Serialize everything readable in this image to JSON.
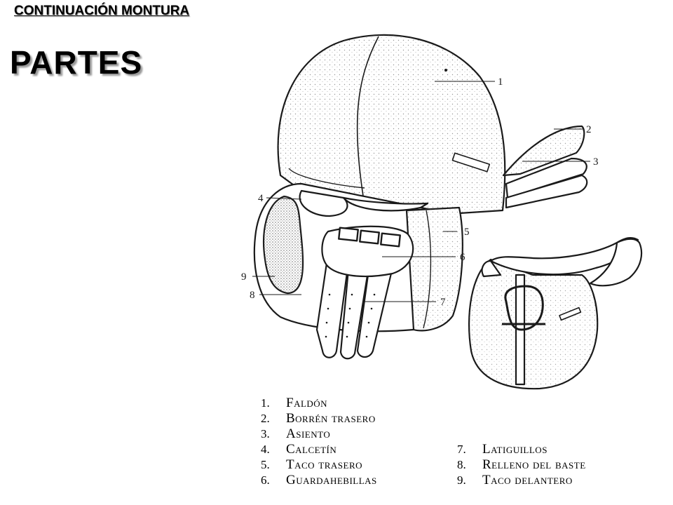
{
  "header": {
    "subtitle": "CONTINUACIÓN MONTURA",
    "title": "PARTES"
  },
  "callouts": [
    "1",
    "2",
    "3",
    "4",
    "5",
    "6",
    "7",
    "9",
    "8"
  ],
  "legend": {
    "left": [
      {
        "num": "1.",
        "text": "Faldón"
      },
      {
        "num": "2.",
        "text": "Borrén trasero"
      },
      {
        "num": "3.",
        "text": "Asiento"
      },
      {
        "num": "4.",
        "text": "Calcetín"
      },
      {
        "num": "5.",
        "text": "Taco trasero"
      },
      {
        "num": "6.",
        "text": "Guardahebillas"
      }
    ],
    "right": [
      {
        "num": "7.",
        "text": "Latiguillos"
      },
      {
        "num": "8.",
        "text": "Relleno del baste"
      },
      {
        "num": "9.",
        "text": "Taco delantero"
      }
    ]
  },
  "colors": {
    "ink": "#1a1a1a",
    "paper": "#ffffff",
    "shadow": "#9a9a9a"
  }
}
